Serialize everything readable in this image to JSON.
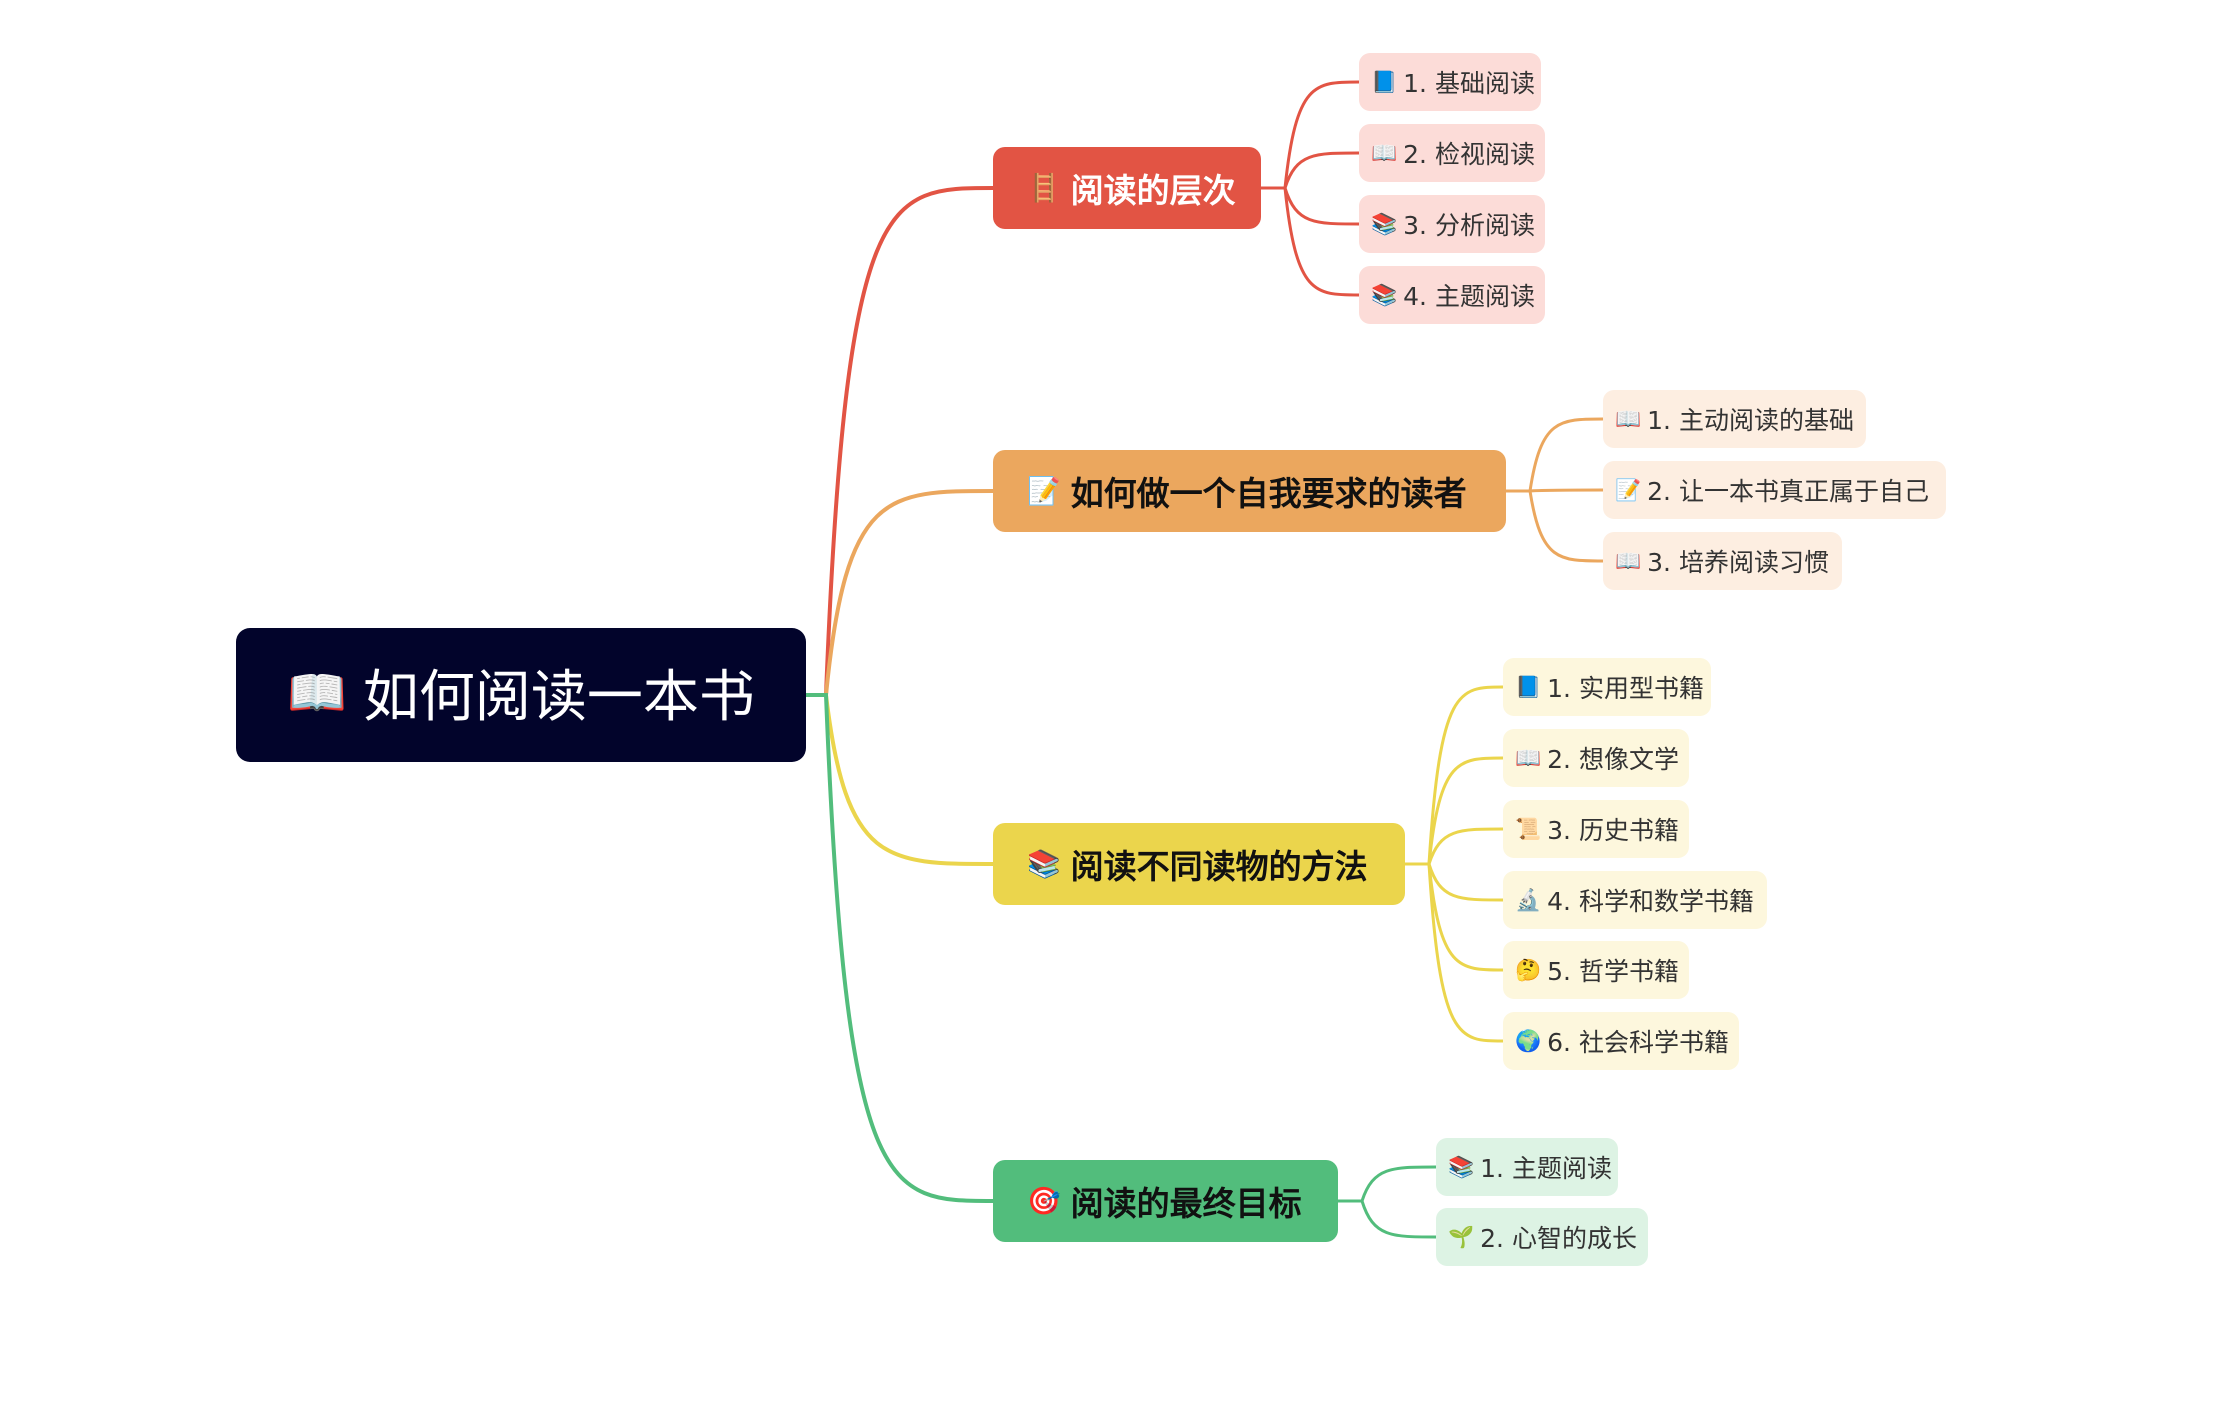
{
  "root": {
    "icon": "📖",
    "label": "如何阅读一本书",
    "icon_name": "open-book-icon"
  },
  "colors": {
    "root_bg": "#02042b",
    "red": "#e25444",
    "red_leaf": "#fcdcd8",
    "orange": "#eba75e",
    "orange_leaf": "#fdeee1",
    "yellow": "#ebd54c",
    "yellow_leaf": "#fdf7dd",
    "green": "#52bd7c",
    "green_leaf": "#ddf3e4"
  },
  "branches": [
    {
      "key": "levels",
      "icon": "🪜",
      "icon_name": "ladder-icon",
      "label": "阅读的层次",
      "color": "#e25444",
      "leaf_bg": "#fcdcd8",
      "text_color": "#ffffff",
      "children": [
        {
          "icon": "📘",
          "icon_name": "blue-book-icon",
          "label": "1. 基础阅读"
        },
        {
          "icon": "📖",
          "icon_name": "open-book-icon",
          "label": "2. 检视阅读"
        },
        {
          "icon": "📚",
          "icon_name": "books-icon",
          "label": "3. 分析阅读"
        },
        {
          "icon": "📚",
          "icon_name": "books-icon",
          "label": "4. 主题阅读"
        }
      ]
    },
    {
      "key": "demanding-reader",
      "icon": "📝",
      "icon_name": "memo-icon",
      "label": "如何做一个自我要求的读者",
      "color": "#eba75e",
      "leaf_bg": "#fdeee1",
      "text_color": "#111111",
      "children": [
        {
          "icon": "📖",
          "icon_name": "open-book-icon",
          "label": "1. 主动阅读的基础"
        },
        {
          "icon": "📝",
          "icon_name": "memo-icon",
          "label": "2. 让一本书真正属于自己"
        },
        {
          "icon": "📖",
          "icon_name": "open-book-icon",
          "label": "3. 培养阅读习惯"
        }
      ]
    },
    {
      "key": "methods",
      "icon": "📚",
      "icon_name": "books-icon",
      "label": "阅读不同读物的方法",
      "color": "#ebd54c",
      "leaf_bg": "#fdf7dd",
      "text_color": "#111111",
      "children": [
        {
          "icon": "📘",
          "icon_name": "blue-book-icon",
          "label": "1. 实用型书籍"
        },
        {
          "icon": "📖",
          "icon_name": "open-book-icon",
          "label": "2. 想像文学"
        },
        {
          "icon": "📜",
          "icon_name": "scroll-icon",
          "label": "3. 历史书籍"
        },
        {
          "icon": "🔬",
          "icon_name": "microscope-icon",
          "label": "4. 科学和数学书籍"
        },
        {
          "icon": "🤔",
          "icon_name": "thinking-face-icon",
          "label": "5. 哲学书籍"
        },
        {
          "icon": "🌍",
          "icon_name": "globe-icon",
          "label": "6. 社会科学书籍"
        }
      ]
    },
    {
      "key": "goal",
      "icon": "🎯",
      "icon_name": "target-icon",
      "label": "阅读的最终目标",
      "color": "#52bd7c",
      "leaf_bg": "#ddf3e4",
      "text_color": "#111111",
      "children": [
        {
          "icon": "📚",
          "icon_name": "books-icon",
          "label": "1. 主题阅读"
        },
        {
          "icon": "🌱",
          "icon_name": "seedling-icon",
          "label": "2. 心智的成长"
        }
      ]
    }
  ]
}
